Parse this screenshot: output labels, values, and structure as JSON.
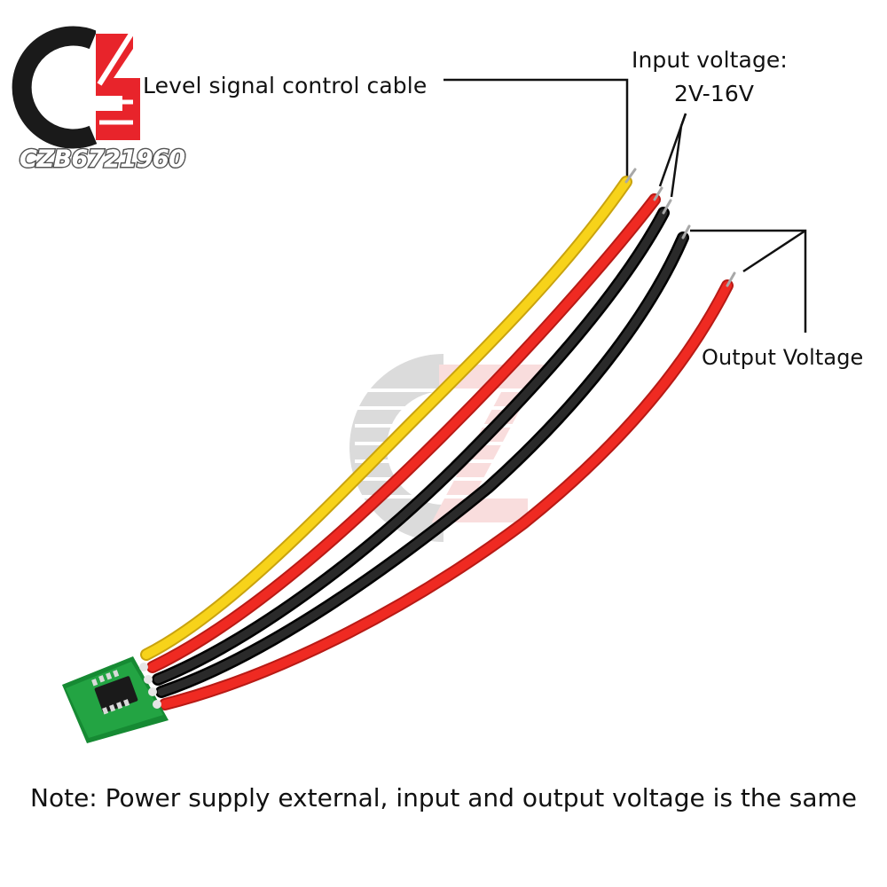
{
  "brand": {
    "logo_text": "CZB6721960",
    "colors": {
      "dark": "#1a1a1a",
      "red": "#e8242b"
    }
  },
  "labels": {
    "level_signal": "Level signal control cable",
    "input_voltage": "Input voltage:",
    "input_range": "2V-16V",
    "output_voltage": "Output Voltage"
  },
  "note": "Note: Power supply external, input and output voltage is the same",
  "wires": [
    {
      "name": "signal",
      "color": "#f7d31a"
    },
    {
      "name": "input-positive",
      "color": "#ef2a22"
    },
    {
      "name": "input-ground",
      "color": "#1c1c1c"
    },
    {
      "name": "output-ground",
      "color": "#1c1c1c"
    },
    {
      "name": "output-positive",
      "color": "#ef2a22"
    }
  ],
  "module": {
    "board_color": "#1e9a3a",
    "chip_color": "#1a1a1a"
  }
}
